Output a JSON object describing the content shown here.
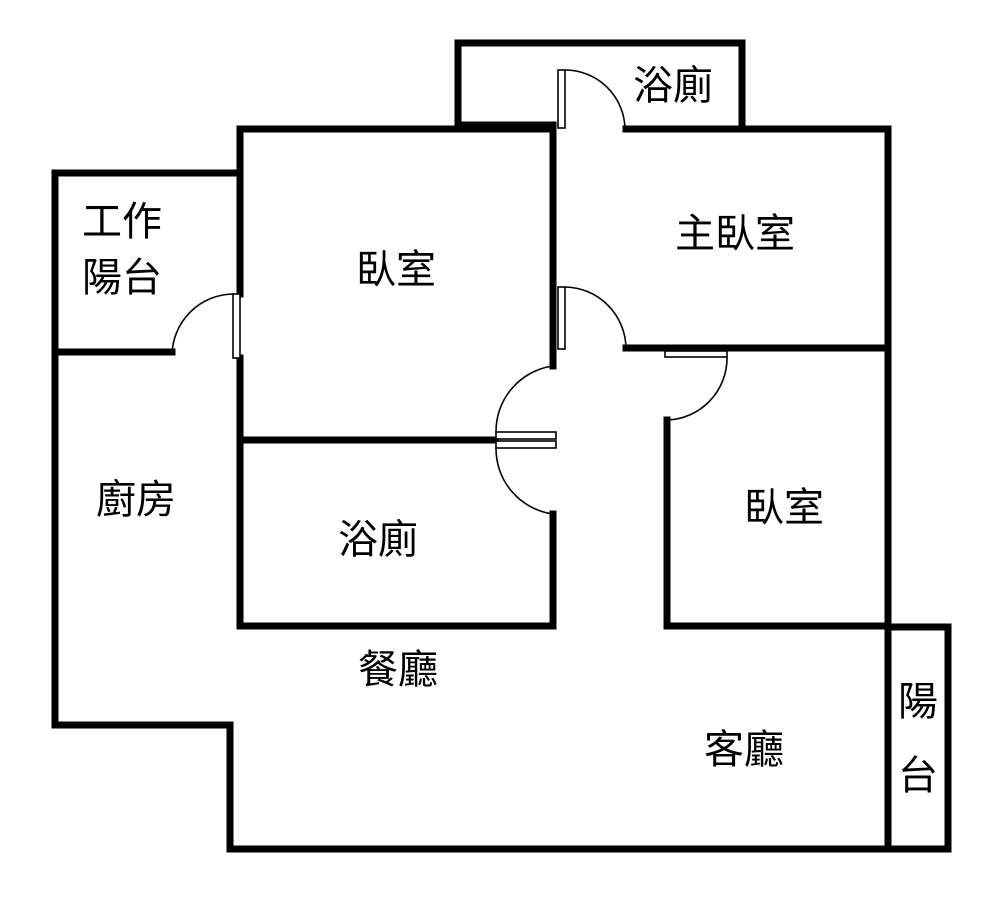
{
  "floor_plan": {
    "rooms": {
      "bath_top": "浴廁",
      "master_bedroom": "主臥室",
      "work_balcony_line1": "工作",
      "work_balcony_line2": "陽台",
      "bedroom_1": "臥室",
      "kitchen": "廚房",
      "bath_middle": "浴廁",
      "bedroom_2": "臥室",
      "dining": "餐廳",
      "living": "客廳",
      "balcony_line1": "陽",
      "balcony_line2": "台"
    },
    "colors": {
      "wall": "#000000",
      "background": "#ffffff"
    }
  }
}
